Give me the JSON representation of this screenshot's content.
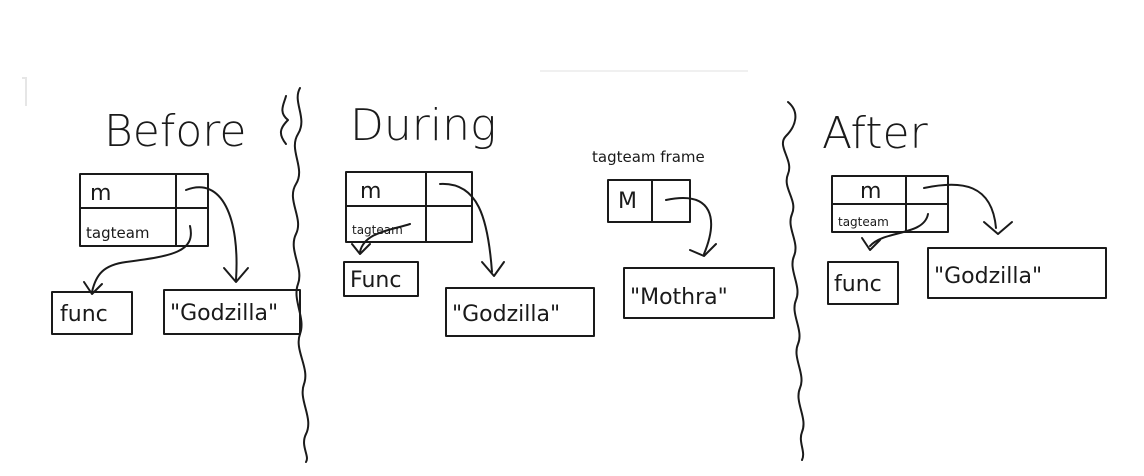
{
  "panels": {
    "before": {
      "title": "Before",
      "frame_vars": [
        "m",
        "tagteam"
      ],
      "values": {
        "func": "func",
        "string": "\"Godzilla\""
      }
    },
    "during": {
      "title": "During",
      "frame_vars": [
        "m",
        "tagteam"
      ],
      "values": {
        "func": "Func",
        "string": "\"Godzilla\""
      },
      "second_frame_title": "tagteam frame",
      "second_frame_vars": [
        "M"
      ],
      "second_value": "\"Mothra\""
    },
    "after": {
      "title": "After",
      "frame_vars": [
        "m",
        "tagteam"
      ],
      "values": {
        "func": "func",
        "string": "\"Godzilla\""
      }
    }
  },
  "colors": {
    "ink": "#1a1a1a",
    "background": "#ffffff"
  }
}
